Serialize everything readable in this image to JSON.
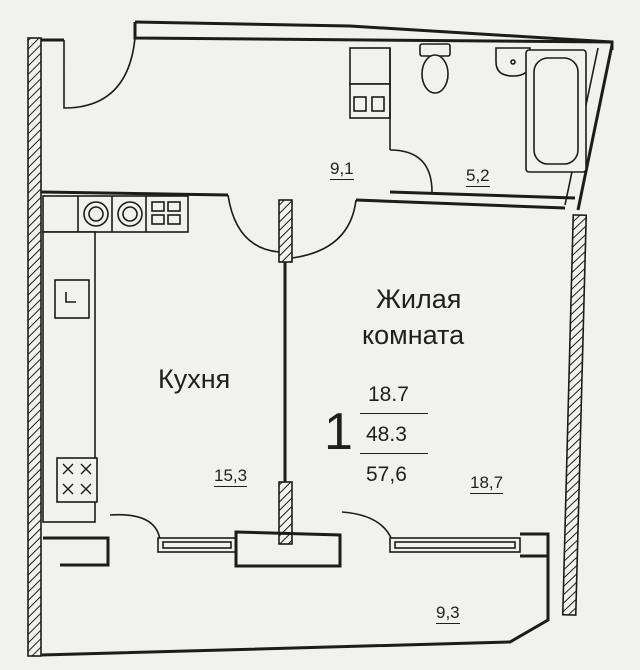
{
  "rooms": {
    "hall": {
      "area": "9,1"
    },
    "bathroom": {
      "area": "5,2"
    },
    "kitchen": {
      "name": "Кухня",
      "area": "15,3"
    },
    "living": {
      "name_line1": "Жилая",
      "name_line2": "комната",
      "area": "18,7"
    },
    "balcony": {
      "area": "9,3"
    }
  },
  "summary": {
    "rooms_count": "1",
    "living_area": "18.7",
    "total_area": "48.3",
    "total_with_balcony": "57,6"
  }
}
